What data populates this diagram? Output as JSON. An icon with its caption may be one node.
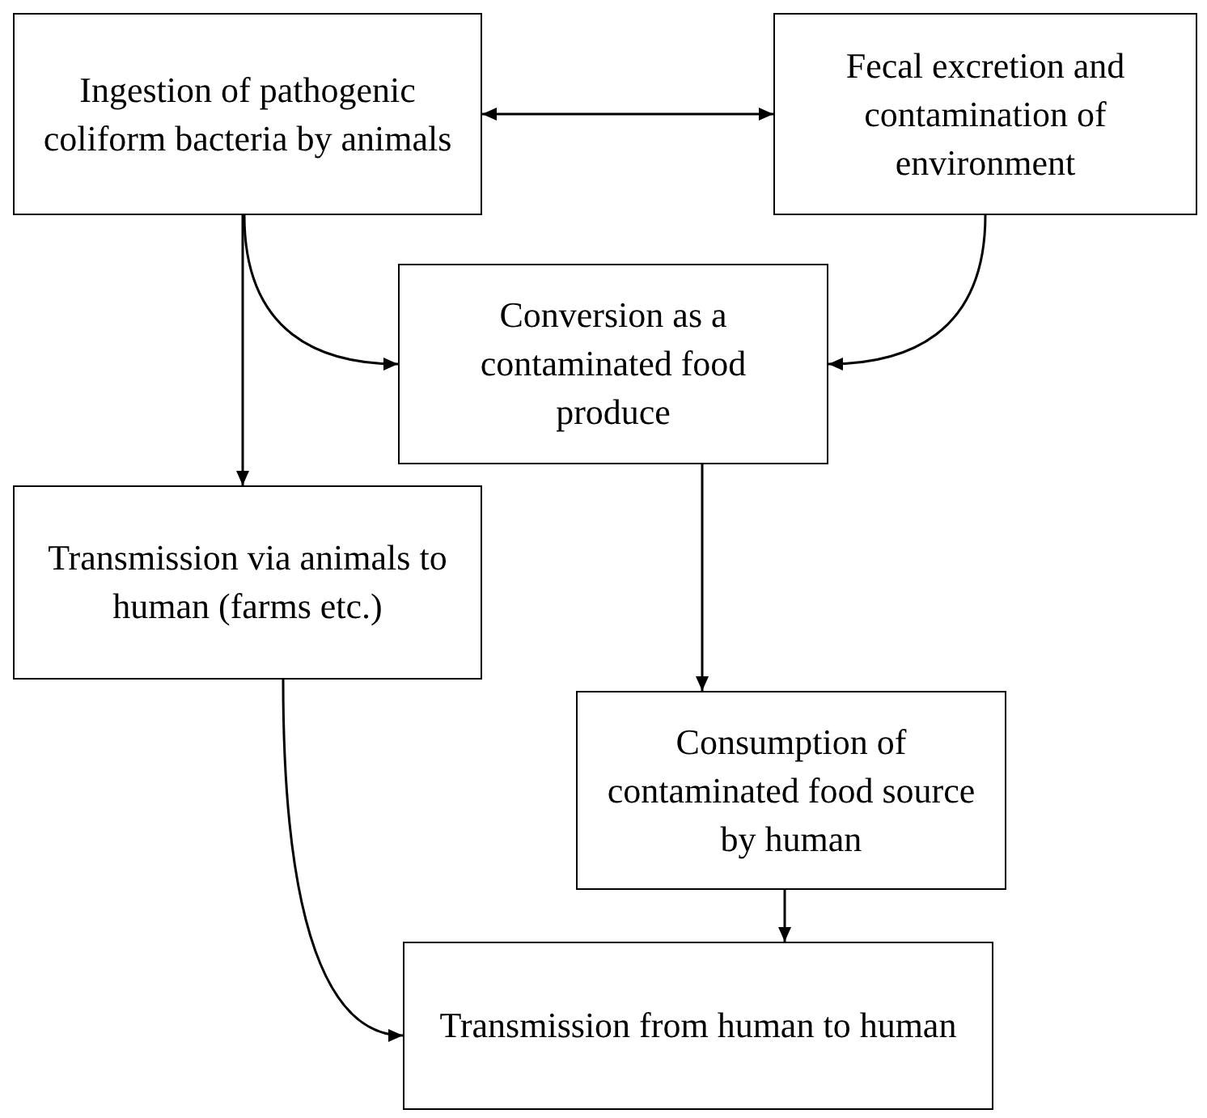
{
  "diagram": {
    "nodes": [
      {
        "text": [
          "Ingestion of pathogenic coliform bacteria by animals"
        ]
      },
      {
        "text": [
          "Fecal excretion and contamination of environment"
        ]
      },
      {
        "text": [
          "Conversion as a contaminated food produce"
        ]
      },
      {
        "text": [
          "Transmission via animals to human (farms etc.)"
        ]
      },
      {
        "text": [
          "Consumption of contaminated food source by human"
        ]
      },
      {
        "text": [
          "Transmission from human to human"
        ]
      }
    ],
    "edges": [
      {
        "from": 0,
        "to": 1,
        "arrow": "both"
      },
      {
        "from": 0,
        "to": 2,
        "arrow": "to"
      },
      {
        "from": 1,
        "to": 2,
        "arrow": "to"
      },
      {
        "from": 0,
        "to": 3,
        "arrow": "to"
      },
      {
        "from": 2,
        "to": 4,
        "arrow": "to"
      },
      {
        "from": 3,
        "to": 5,
        "arrow": "to"
      },
      {
        "from": 4,
        "to": 5,
        "arrow": "to"
      }
    ]
  }
}
